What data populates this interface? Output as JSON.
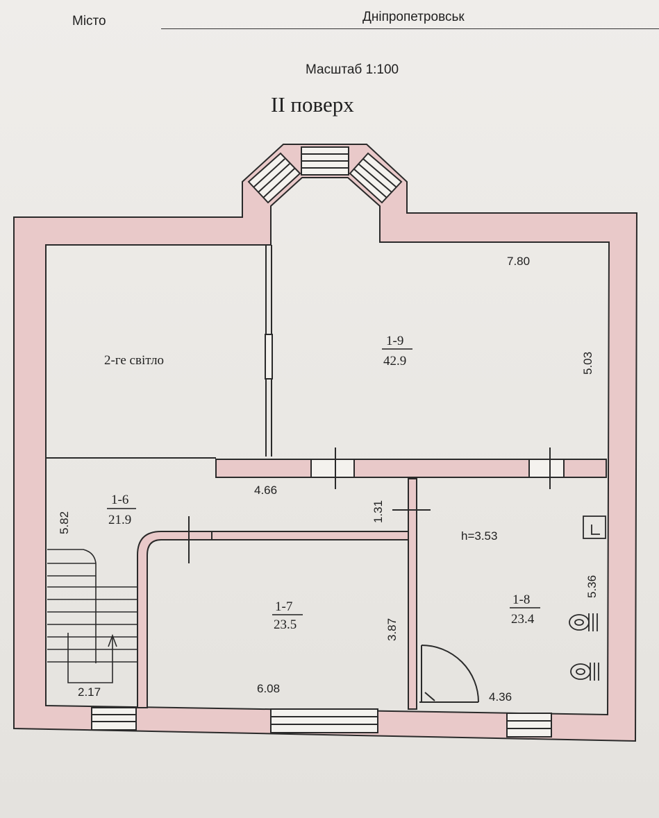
{
  "header": {
    "city_label": "Місто",
    "city_value": "Дніпропетровськ",
    "scale": "Масштаб 1:100",
    "floor_title": "II поверх"
  },
  "rooms": [
    {
      "id": "2-ге світло",
      "area": ""
    },
    {
      "id": "1-9",
      "area": "42.9"
    },
    {
      "id": "1-6",
      "area": "21.9"
    },
    {
      "id": "1-7",
      "area": "23.5"
    },
    {
      "id": "1-8",
      "area": "23.4"
    }
  ],
  "dimensions": [
    "7.80",
    "5.03",
    "4.66",
    "1.31",
    "5.82",
    "5.36",
    "3.87",
    "6.08",
    "2.17",
    "4.36"
  ],
  "ceiling_height": "h=3.53",
  "colors": {
    "wall_fill": "#e9c9c9",
    "wall_line": "#2a2a2a",
    "paper": "#eceae6"
  }
}
